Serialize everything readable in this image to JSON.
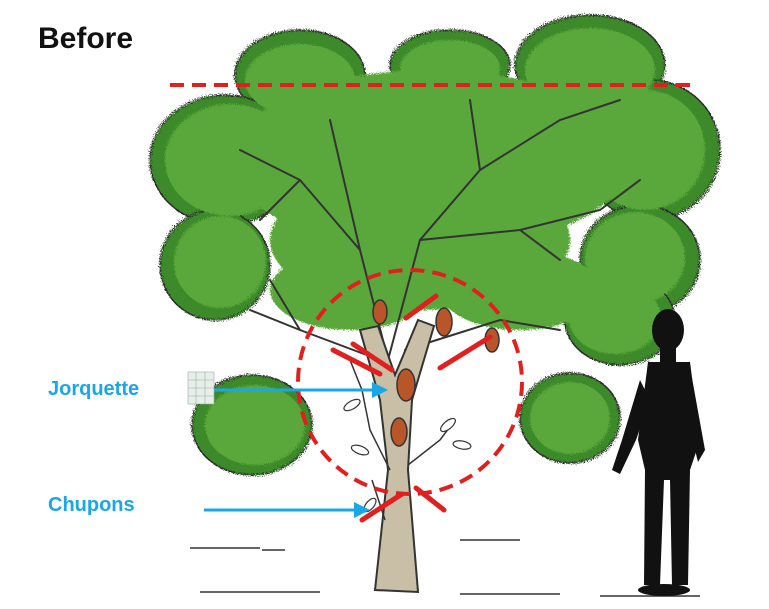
{
  "title": "Before",
  "labels": {
    "jorquette": "Jorquette",
    "chupons": "Chupons"
  },
  "colors": {
    "cut_marks": "#e0201f",
    "arrows": "#1aa7e6",
    "label_text": "#1aa7e6",
    "foliage": "#5aa83a",
    "foliage_dark": "#3d8a2a",
    "trunk": "#c8bfa6",
    "pods": "#b8562a",
    "silhouette": "#111111"
  },
  "icons": [
    "cocoa-tree-illustration",
    "person-silhouette",
    "arrow-icon",
    "cocoa-pod-icon"
  ]
}
